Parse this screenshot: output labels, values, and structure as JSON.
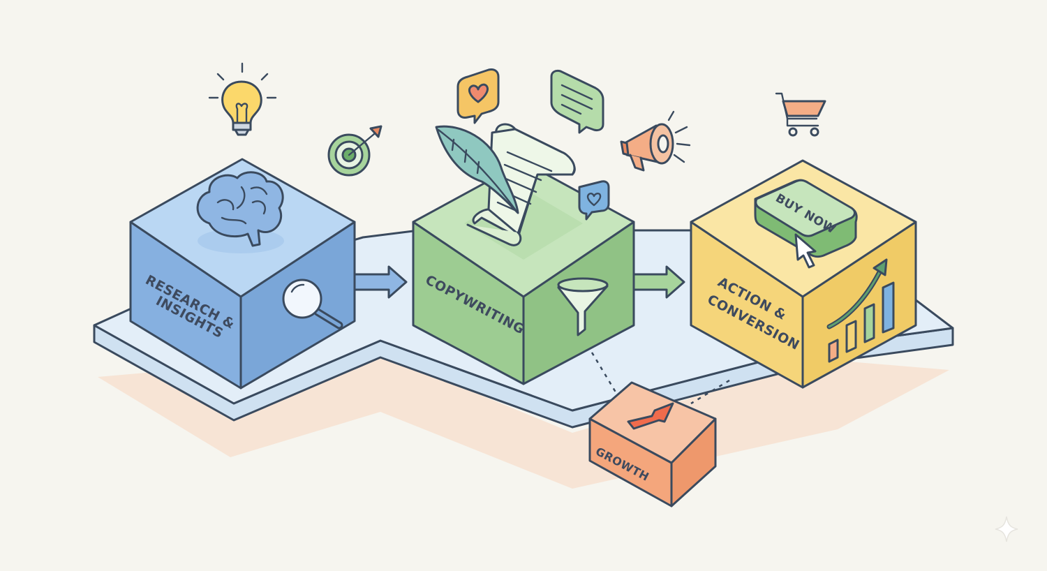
{
  "stages": [
    {
      "id": "research",
      "line1": "RESEARCH &",
      "line2": "INSIGHTS"
    },
    {
      "id": "copywriting",
      "line1": "COPYWRITING"
    },
    {
      "id": "action",
      "line1": "ACTION &",
      "line2": "CONVERSION"
    },
    {
      "id": "growth",
      "line1": "GROWTH"
    }
  ],
  "cta": {
    "label": "BUY NOW"
  },
  "colors": {
    "background": "#f6f5ef",
    "platform": "#e3eef8",
    "research": "#8fb6e3",
    "copywriting": "#a7d49c",
    "action": "#f6d87a",
    "growth": "#f4ad86",
    "outline": "#3a4a5e"
  },
  "icons": [
    "lightbulb-icon",
    "target-icon",
    "brain-icon",
    "magnifier-icon",
    "quill-icon",
    "scroll-icon",
    "heart-bubble-icon",
    "chat-bubble-icon",
    "megaphone-icon",
    "funnel-icon",
    "shopping-cart-icon",
    "cursor-icon",
    "growth-chart-icon",
    "growth-arrow-icon",
    "sparkle-icon"
  ]
}
